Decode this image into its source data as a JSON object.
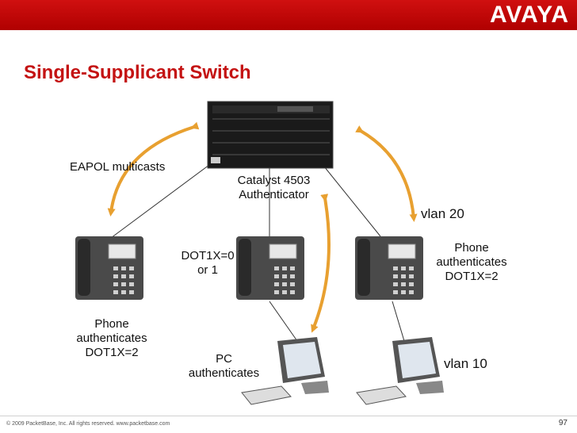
{
  "brand": {
    "logo_text": "AVAYA",
    "header_color": "#c40f0f",
    "title_color": "#c41313",
    "arrow_color": "#e8a030"
  },
  "slide": {
    "title": "Single-Supplicant Switch",
    "page_number": "97",
    "footer": "© 2009 PacketBase, Inc. All rights reserved.   www.packetbase.com"
  },
  "labels": {
    "eapol": "EAPOL multicasts",
    "switch_line1": "Catalyst 4503",
    "switch_line2": "Authenticator",
    "vlan20": "vlan 20",
    "vlan10": "vlan 10",
    "dot1x_center_line1": "DOT1X=0",
    "dot1x_center_line2": "or 1",
    "phone_right_line1": "Phone",
    "phone_right_line2": "authenticates",
    "phone_right_line3": "DOT1X=2",
    "phone_left_line1": "Phone",
    "phone_left_line2": "authenticates",
    "phone_left_line3": "DOT1X=2",
    "pc_line1": "PC",
    "pc_line2": "authenticates"
  }
}
